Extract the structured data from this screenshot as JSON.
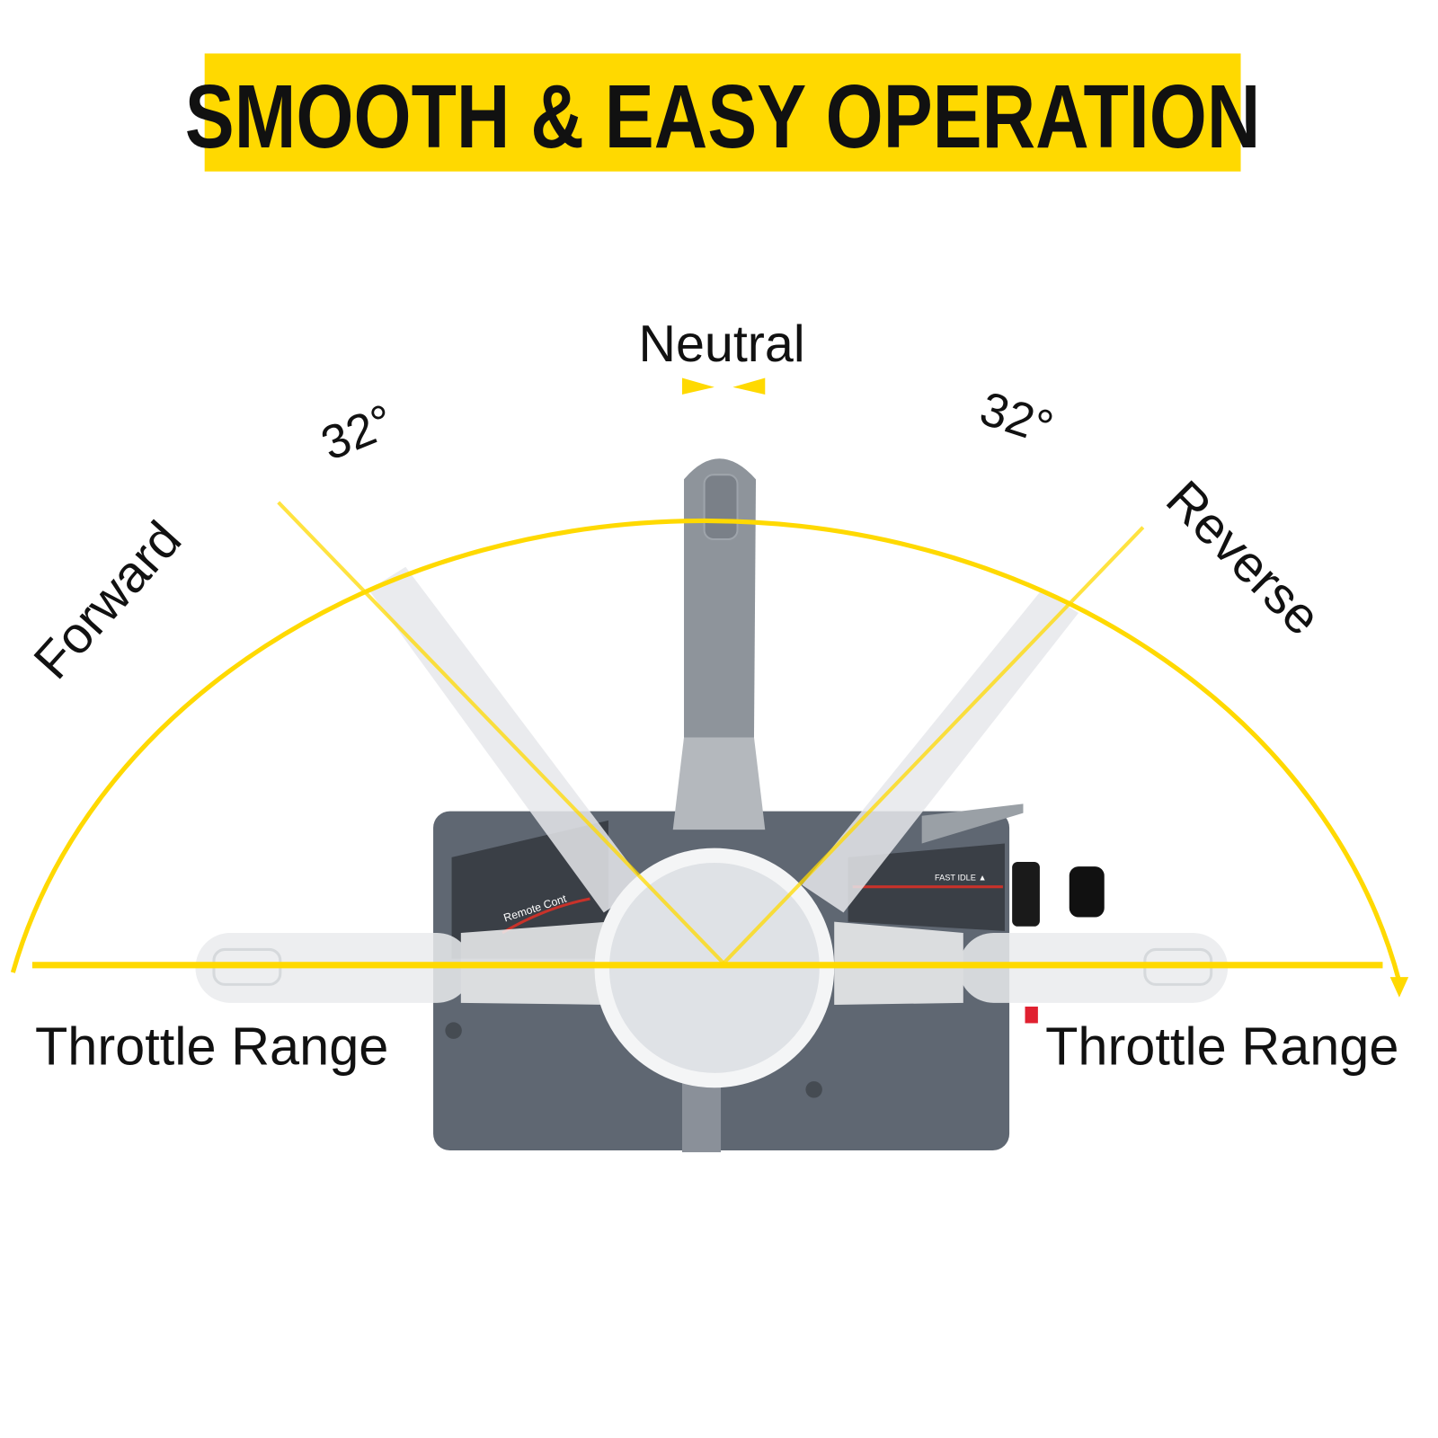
{
  "banner": {
    "title": "SMOOTH & EASY OPERATION"
  },
  "labels": {
    "neutral": "Neutral",
    "forward": "Forward",
    "reverse": "Reverse",
    "angle_left": "32°",
    "angle_right": "32°",
    "throttle_left": "Throttle Range",
    "throttle_right": "Throttle Range"
  },
  "device": {
    "label_left": "Remote Cont",
    "label_right": "FAST IDLE ▲"
  },
  "colors": {
    "accent": "#FFD900",
    "housing": "#5f6772",
    "lever": "#e3e6ea",
    "lever_active": "#8e949b"
  }
}
